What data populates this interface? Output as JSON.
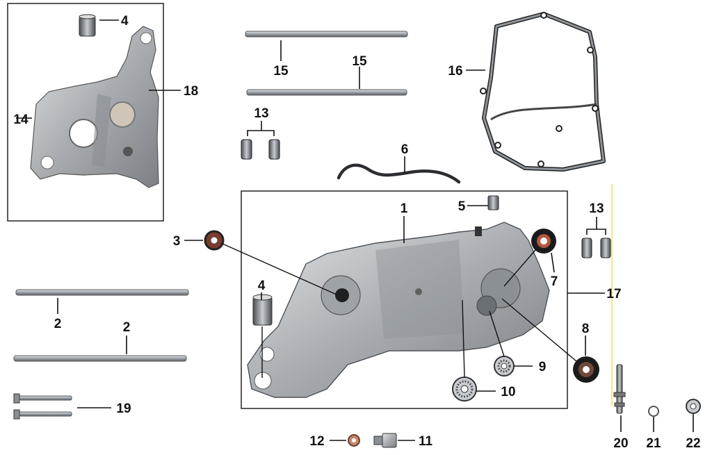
{
  "diagram": {
    "callouts": {
      "c1": "1",
      "c2a": "2",
      "c2b": "2",
      "c3": "3",
      "c4a": "4",
      "c4b": "4",
      "c5": "5",
      "c6": "6",
      "c7": "7",
      "c8": "8",
      "c9": "9",
      "c10": "10",
      "c11": "11",
      "c12": "12",
      "c13a": "13",
      "c13b": "13",
      "c14": "14",
      "c15a": "15",
      "c15b": "15",
      "c16": "16",
      "c17": "17",
      "c18": "18",
      "c19": "19",
      "c20": "20",
      "c21": "21",
      "c22": "22"
    },
    "colors": {
      "metal": "#b8bcc0",
      "metal_dark": "#6f7479",
      "rubber": "#1a1a1a",
      "copper": "#b77a5a",
      "frame": "#222222",
      "guide": "#f3ea78"
    }
  }
}
